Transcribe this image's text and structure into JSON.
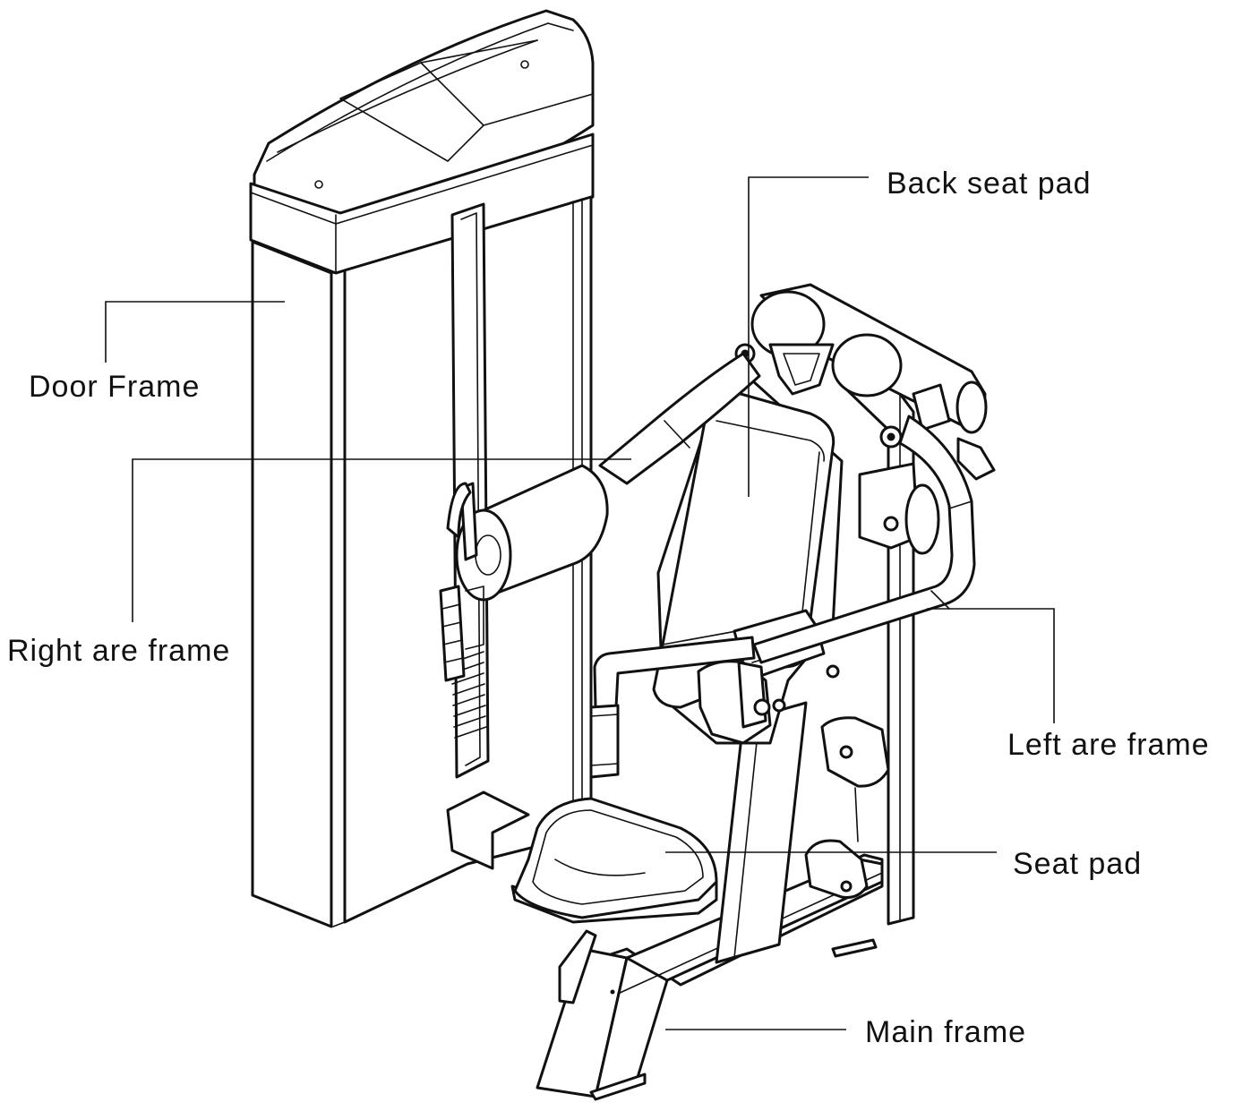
{
  "labels": {
    "back_seat_pad": "Back seat pad",
    "door_frame": "Door Frame",
    "right_arm_frame": "Right are frame",
    "left_arm_frame": "Left are frame",
    "seat_pad": "Seat pad",
    "main_frame": "Main frame"
  },
  "colors": {
    "line": "#111111",
    "background": "#ffffff"
  }
}
